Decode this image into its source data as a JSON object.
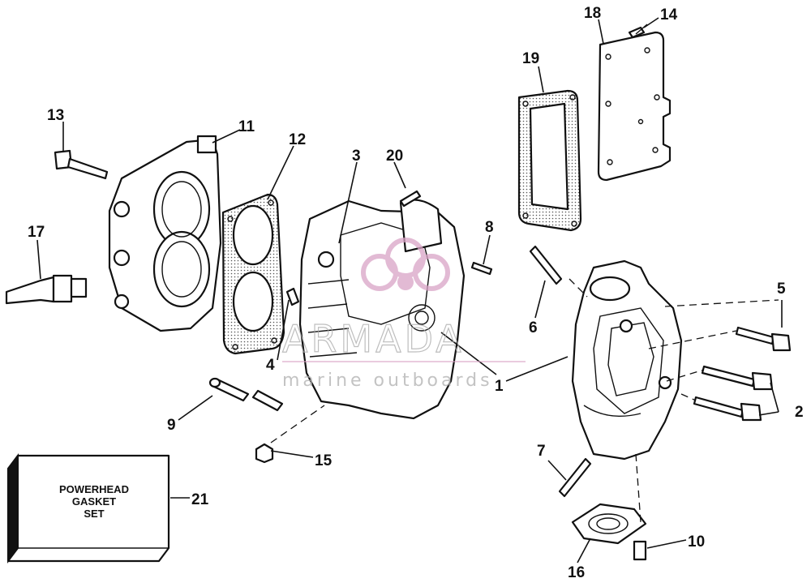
{
  "callouts": {
    "c1": "1",
    "c2": "2",
    "c3": "3",
    "c4": "4",
    "c5": "5",
    "c6": "6",
    "c7": "7",
    "c8": "8",
    "c9": "9",
    "c10": "10",
    "c11": "11",
    "c12": "12",
    "c13": "13",
    "c14": "14",
    "c15": "15",
    "c16": "16",
    "c17": "17",
    "c18": "18",
    "c19": "19",
    "c20": "20",
    "c21": "21"
  },
  "gasket_set_box": {
    "line1": "POWERHEAD",
    "line2": "GASKET",
    "line3": "SET"
  },
  "watermark": {
    "brand": "ARMADA",
    "tagline": "marine outboards",
    "accent_color": "#d9a3c6"
  }
}
